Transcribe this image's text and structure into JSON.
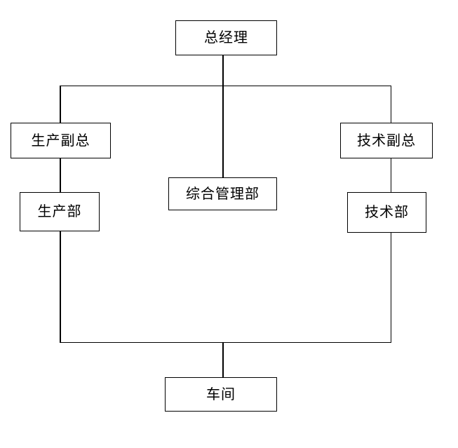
{
  "diagram": {
    "type": "organization-chart",
    "orientation": "top-down",
    "background_color": "#ffffff",
    "line_color": "#000000",
    "text_color": "#000000",
    "nodes": [
      {
        "id": "gm",
        "label": "总经理",
        "level": 0,
        "role": "general-manager"
      },
      {
        "id": "prod_vp",
        "label": "生产副总",
        "level": 1,
        "role": "production-vice-president"
      },
      {
        "id": "admin",
        "label": "综合管理部",
        "level": 1,
        "role": "comprehensive-management-department"
      },
      {
        "id": "tech_vp",
        "label": "技术副总",
        "level": 1,
        "role": "technical-vice-president"
      },
      {
        "id": "prod_dep",
        "label": "生产部",
        "level": 2,
        "role": "production-department"
      },
      {
        "id": "tech_dep",
        "label": "技术部",
        "level": 2,
        "role": "technical-department"
      },
      {
        "id": "workshop",
        "label": "车间",
        "level": 3,
        "role": "workshop"
      }
    ],
    "edges": [
      {
        "from": "gm",
        "to": "prod_vp"
      },
      {
        "from": "gm",
        "to": "admin"
      },
      {
        "from": "gm",
        "to": "tech_vp"
      },
      {
        "from": "prod_vp",
        "to": "prod_dep"
      },
      {
        "from": "tech_vp",
        "to": "tech_dep"
      },
      {
        "from": "prod_dep",
        "to": "workshop"
      },
      {
        "from": "tech_dep",
        "to": "workshop"
      }
    ]
  }
}
